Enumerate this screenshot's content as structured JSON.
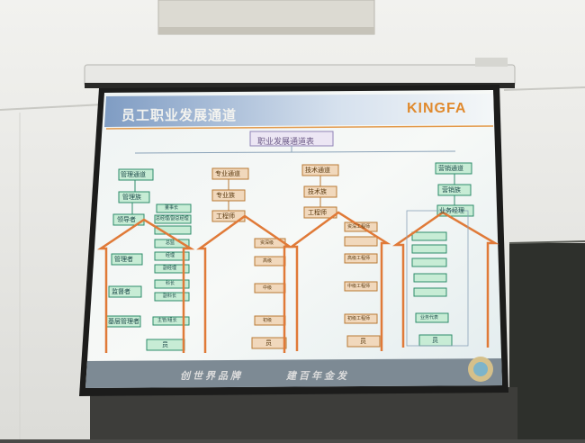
{
  "slide": {
    "title": "员工职业发展通道",
    "logo": "KINGFA",
    "chart_title": "职业发展通道表",
    "slogan_left": "创世界品牌",
    "slogan_right": "建百年金发"
  },
  "columns": {
    "management": {
      "header": "管理通道",
      "group": "管理族",
      "levels": [
        "领导者",
        "管理者",
        "监督者",
        "基层管理者",
        "员"
      ],
      "sub_items": [
        "董事长",
        "总经理/副总经理",
        "",
        "总监",
        "经理",
        "副经理",
        "科长",
        "副科长",
        "主管/组长"
      ]
    },
    "professional": {
      "header": "专业通道",
      "group": "专业族",
      "levels": [
        "工程师",
        "员"
      ],
      "sub_items": [
        "资深级",
        "高级",
        "中级",
        "初级"
      ]
    },
    "technical": {
      "header": "技术通道",
      "group": "技术族",
      "levels": [
        "工程师",
        "员"
      ],
      "sub_items": [
        "资深工程师",
        "高级工程师",
        "中级工程师",
        "初级工程师"
      ]
    },
    "sales": {
      "header": "营销通道",
      "group": "营销族",
      "levels": [
        "业务经理",
        "员"
      ],
      "sub_items": [
        "",
        "",
        "",
        "",
        "",
        "业务代表"
      ]
    }
  },
  "colors": {
    "screen": "#dde8ea",
    "arrow": "#e07a38",
    "green_box": "#c7ecd5",
    "orange_box": "#f1d8bc",
    "title_bar": "#8fa9c8",
    "wall": "#e9e9e6"
  }
}
